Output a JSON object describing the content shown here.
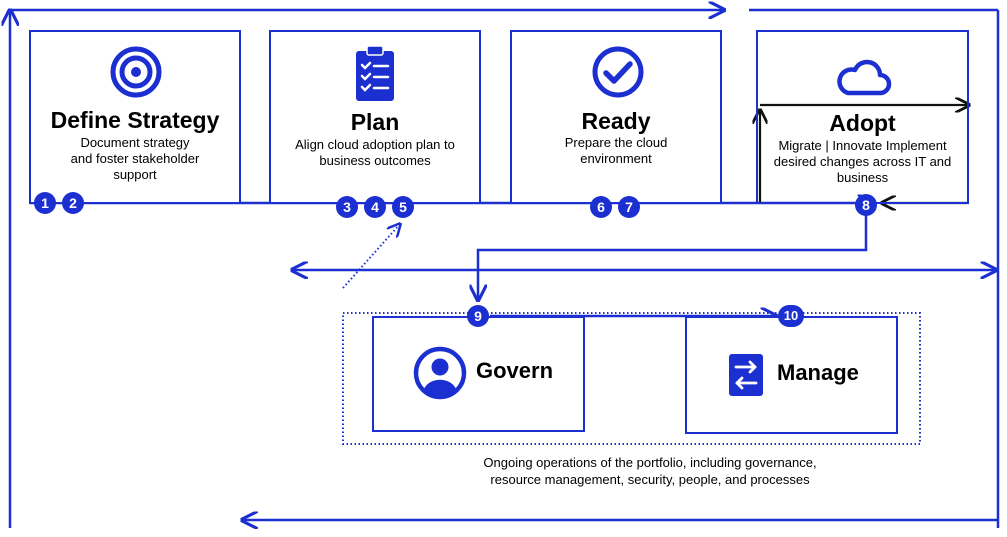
{
  "colors": {
    "accent": "#1c2fd1",
    "adopt_border": "#111111"
  },
  "phases": [
    {
      "title": "Define Strategy",
      "description": "Document strategy\nand foster stakeholder\nsupport",
      "icon": "target-icon",
      "steps": [
        "1",
        "2"
      ]
    },
    {
      "title": "Plan",
      "description": "Align cloud adoption plan to\nbusiness outcomes",
      "icon": "clipboard-checklist-icon",
      "steps": [
        "3",
        "4",
        "5"
      ]
    },
    {
      "title": "Ready",
      "description": "Prepare the cloud\nenvironment",
      "icon": "checkmark-circle-icon",
      "steps": [
        "6",
        "7"
      ]
    },
    {
      "title": "Adopt",
      "description": "Migrate | Innovate Implement\ndesired changes across IT and\nbusiness",
      "icon": "cloud-icon",
      "steps": [
        "8"
      ]
    }
  ],
  "operations": [
    {
      "title": "Govern",
      "icon": "person-circle-icon",
      "step": "9"
    },
    {
      "title": "Manage",
      "icon": "manage-arrows-icon",
      "step": "10"
    }
  ],
  "caption": "Ongoing operations of the portfolio, including governance,\nresource management, security, people, and processes"
}
